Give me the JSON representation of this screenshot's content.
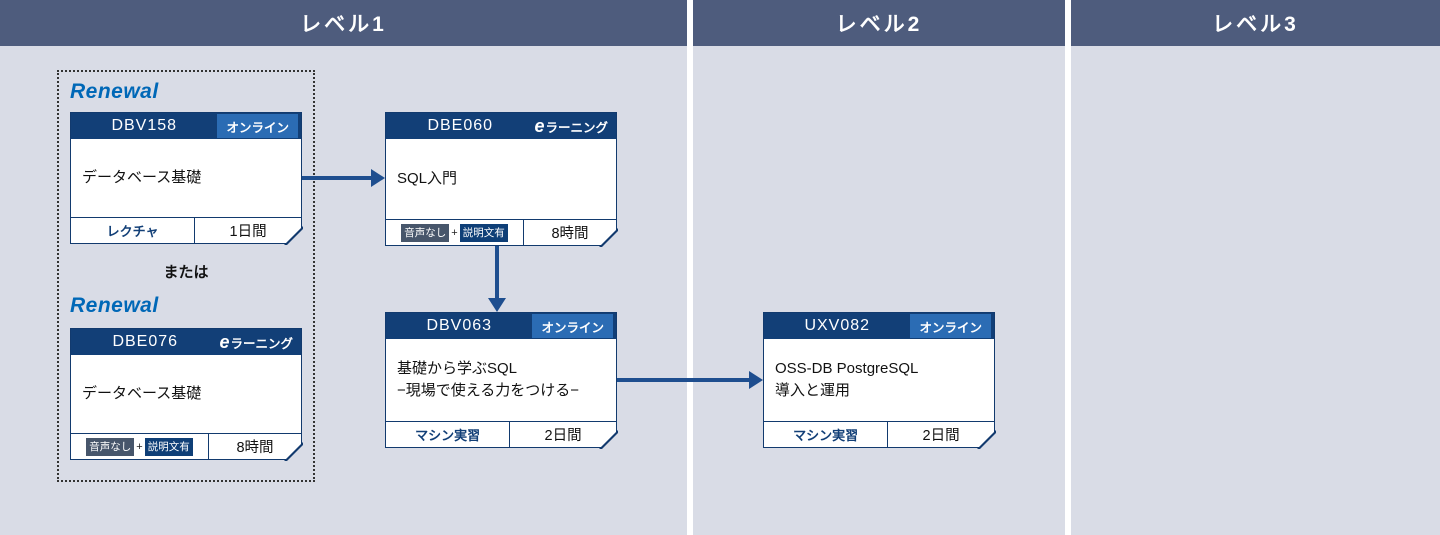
{
  "columns": [
    {
      "label": "レベル1"
    },
    {
      "label": "レベル2"
    },
    {
      "label": "レベル3"
    }
  ],
  "group": {
    "renewal_label": "Renewal",
    "or_label": "または"
  },
  "cards": [
    {
      "code": "DBV158",
      "badge_label": "オンライン",
      "title": "データベース基礎",
      "footer_type": "レクチャ",
      "duration": "1日間"
    },
    {
      "code": "DBE076",
      "badge_prefix": "e",
      "badge_label": "ラーニング",
      "title": "データベース基礎",
      "tag1": "音声なし",
      "tag_join": "+",
      "tag2": "説明文有",
      "duration": "8時間"
    },
    {
      "code": "DBE060",
      "badge_prefix": "e",
      "badge_label": "ラーニング",
      "title": "SQL入門",
      "tag1": "音声なし",
      "tag_join": "+",
      "tag2": "説明文有",
      "duration": "8時間"
    },
    {
      "code": "DBV063",
      "badge_label": "オンライン",
      "title": "基礎から学ぶSQL\n−現場で使える力をつける−",
      "footer_type": "マシン実習",
      "duration": "2日間"
    },
    {
      "code": "UXV082",
      "badge_label": "オンライン",
      "title": "OSS-DB PostgreSQL\n導入と運用",
      "footer_type": "マシン実習",
      "duration": "2日間"
    }
  ],
  "colors": {
    "level_header_bg": "#4e5c7d",
    "column_bg": "#d9dce6",
    "card_header_bg": "#123f77",
    "online_badge_bg": "#2b6cb4",
    "renewal_blue": "#0068b7",
    "arrow_blue": "#1e4e8f",
    "tag_muted_bg": "#47566b",
    "tag_navy_bg": "#0f3f77"
  }
}
